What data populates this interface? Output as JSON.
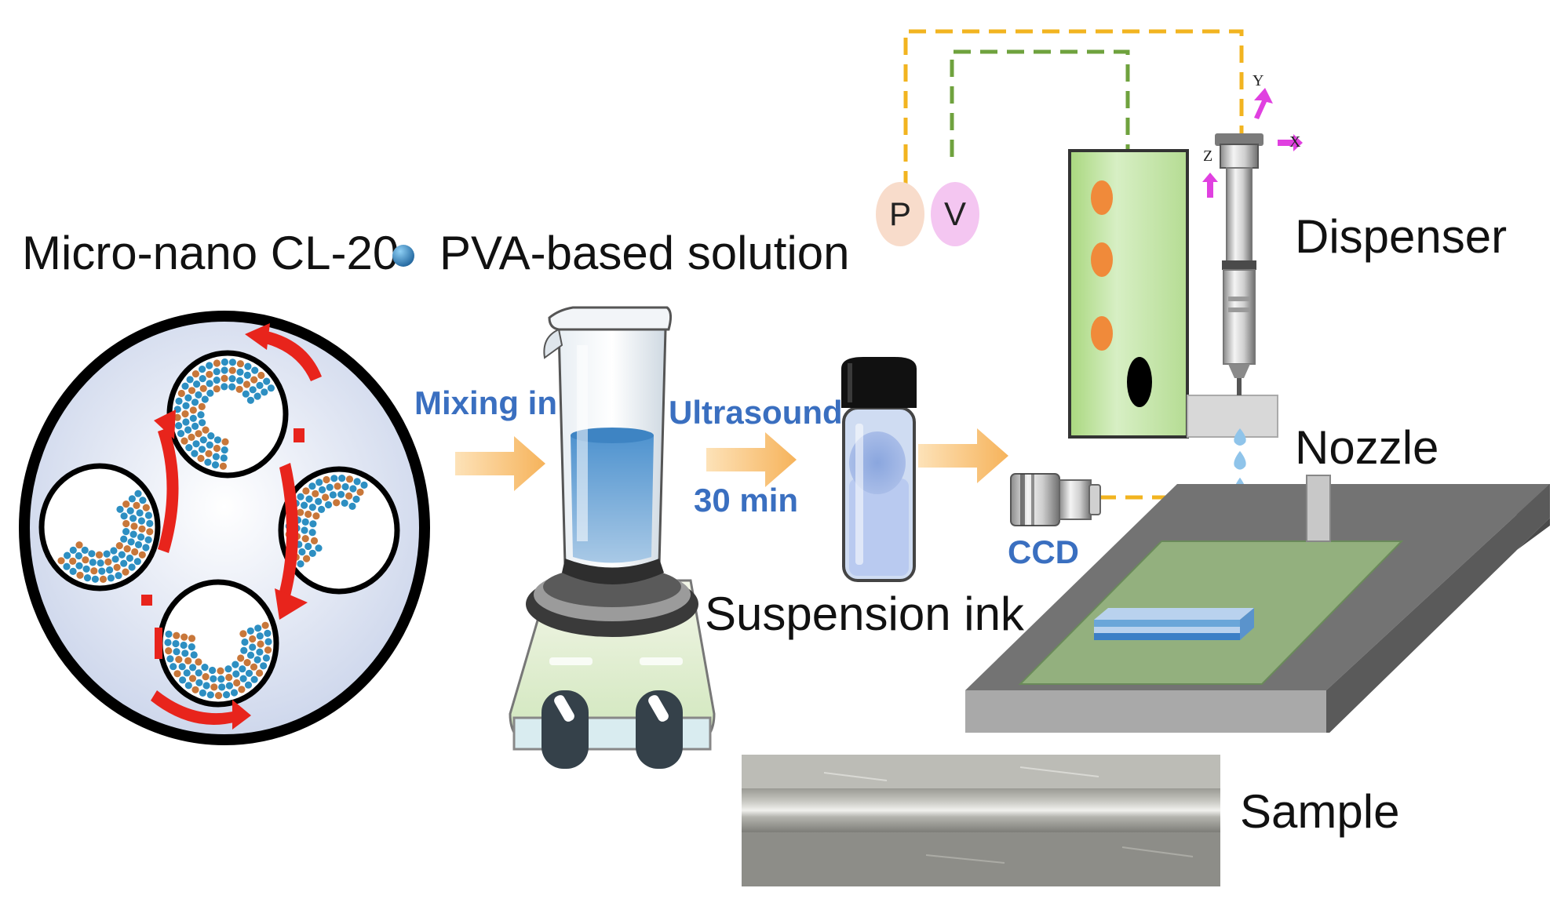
{
  "labels": {
    "micro_nano": "Micro-nano CL-20",
    "pva_solution": "PVA-based solution",
    "mixing_in": "Mixing in",
    "ultrasound": "Ultrasound",
    "duration": "30 min",
    "suspension_ink": "Suspension ink",
    "dispenser": "Dispenser",
    "nozzle": "Nozzle",
    "ccd": "CCD",
    "sample": "Sample",
    "pressure": "P",
    "voltage": "V",
    "axis_x": "X",
    "axis_y": "Y",
    "axis_z": "Z"
  },
  "colors": {
    "text_blue": "#3a6fc0",
    "arrow_orange": "#f6b35b",
    "red_arrow": "#e8241c",
    "particle_blue": "#2d8fc2",
    "particle_orange": "#c8773a",
    "dash_yellow": "#f2b420",
    "dash_green": "#6fa23e",
    "dispenser_green": "#cfe9b8",
    "dispenser_orange": "#f08a3a",
    "plate_green": "#93b07e",
    "platform_grey": "#6e6e6e",
    "magenta_arrow": "#e040e0"
  },
  "icons": [
    "pva-droplet-icon",
    "mixing-arrow-icon",
    "ultrasound-arrow-icon",
    "dispense-arrow-icon",
    "magnetic-stirrer-icon",
    "beaker-icon",
    "vial-icon",
    "ccd-camera-icon",
    "syringe-icon"
  ]
}
